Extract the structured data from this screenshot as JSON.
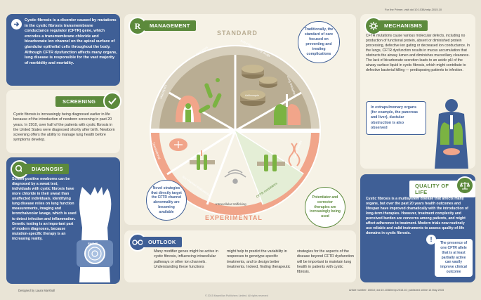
{
  "header": {
    "primer_link": "For the Primer, visit doi:10.1038/nrdp.2015.10"
  },
  "intro": {
    "text": "Cystic fibrosis is a disorder caused by mutations in the cystic fibrosis transmembrane conductance regulator (CFTR) gene, which encodes a transmembrane chloride and bicarbonate ion channel on the apical surface of glandular epithelial cells throughout the body. Although CFTR dysfunction affects many organs, lung disease is responsible for the vast majority of morbidity and mortality."
  },
  "screening": {
    "title": "SCREENING",
    "text": "Cystic fibrosis is increasingly being diagnosed earlier in life because of the introduction of newborn screening in past 20 years. In 2010, over half of the patients with cystic fibrosis in the United States were diagnosed shortly after birth. Newborn screening offers the ability to manage lung health before symptoms develop."
  },
  "diagnosis": {
    "title": "DIAGNOSIS",
    "text": "Screen-positive newborns can be diagnosed by a sweat test; individuals with cystic fibrosis have more chloride in their sweat than unaffected individuals. Identifying lung disease relies on lung function measurements, imaging and bronchalveolar lavage, which is used to detect infection and inflammation. Genetic testing is an important part of modern diagnoses, because mutation-specific therapy is an increasing reality.",
    "watch_label": "SWEAT"
  },
  "credit": "Designed by Laura Marshall",
  "management": {
    "title": "MANAGEMENT",
    "rx": "R",
    "standard_label": "STANDARD",
    "experimental_label": "EXPERIMENTAL",
    "segments": {
      "mucolytics": "Mucolytics",
      "antibiotics": "Antibiotics",
      "anti_inflammatory": "Anti-inflammatory drugs",
      "lung_transplant": "Lung transplant",
      "translational": "Translational",
      "ion_channel": "Ion channel modulators",
      "trafficking": "Intracellular trafficking",
      "cftr_modulators": "CFTR modulators",
      "gene_therapy": "Gene therapy"
    },
    "pill_label": "Azithromycin",
    "callout_standard": "Traditionally, the standard of care focused on preventing and treating complications",
    "callout_novel": "Novel strategies that directly target the CFTR channel abnormality are becoming available",
    "callout_potentiator": "Potentiator and corrector therapies are increasingly being used"
  },
  "mechanisms": {
    "title": "MECHANISMS",
    "text": "CFTR mutations cause various molecular defects, including no production of functional protein, absent or diminished protein processing, defective ion gating or decreased ion conductance. In the lungs, CFTR dysfunction results in mucus accumulation that obstructs the airway lumen and diminishes mucociliary clearance. The lack of bicarbonate secretion leads to an acidic pH of the airway surface liquid in cystic fibrosis, which might contribute to defective bacterial killing — predisposing patients to infection.",
    "callout": "In extrapulmonary organs (for example, the pancreas and liver), ductular obstruction is also observed"
  },
  "outlook": {
    "title": "OUTLOOK",
    "col1": "Many modifier genes might be active in cystic fibrosis, influencing intracellular pathways or other ion channels. Understanding these functions",
    "col2": "might help to predict the variability in responses to genotype-specific treatments, and to design better treatments. Indeed, finding therapeutic",
    "col3": "strategies for the aspects of the disease beyond CFTR dysfunction will be important to maintain lung health in patients with cystic fibrosis."
  },
  "quality": {
    "title": "QUALITY OF LIFE",
    "text": "Cystic fibrosis is a multisystem disease that affects many organs, but over the past 20 years health outcomes and lifespan have improved dramatically with the introduction of long-term therapies. However, treatment complexity and perceived burden are concerns among patients, and might affect adherence to treatment. Modern trials now routinely use reliable and valid instruments to assess quality-of-life domains in cystic fibrosis.",
    "callout": "The presence of one CFTR allele that is at least partially active can vastly improve clinical outcome",
    "exclaim": "!"
  },
  "footer": {
    "article": "Article number: 15010; doi:10.1038/nrdp.2015.10; published online 14 May 2015",
    "copyright": "© 2015 Macmillan Publishers Limited. All rights reserved"
  },
  "colors": {
    "blue": "#3f5f96",
    "green": "#5c8a3c",
    "salmon": "#e9967a",
    "tan": "#b9ad93",
    "cream": "#f6f2e6",
    "background": "#e9e4d6"
  }
}
